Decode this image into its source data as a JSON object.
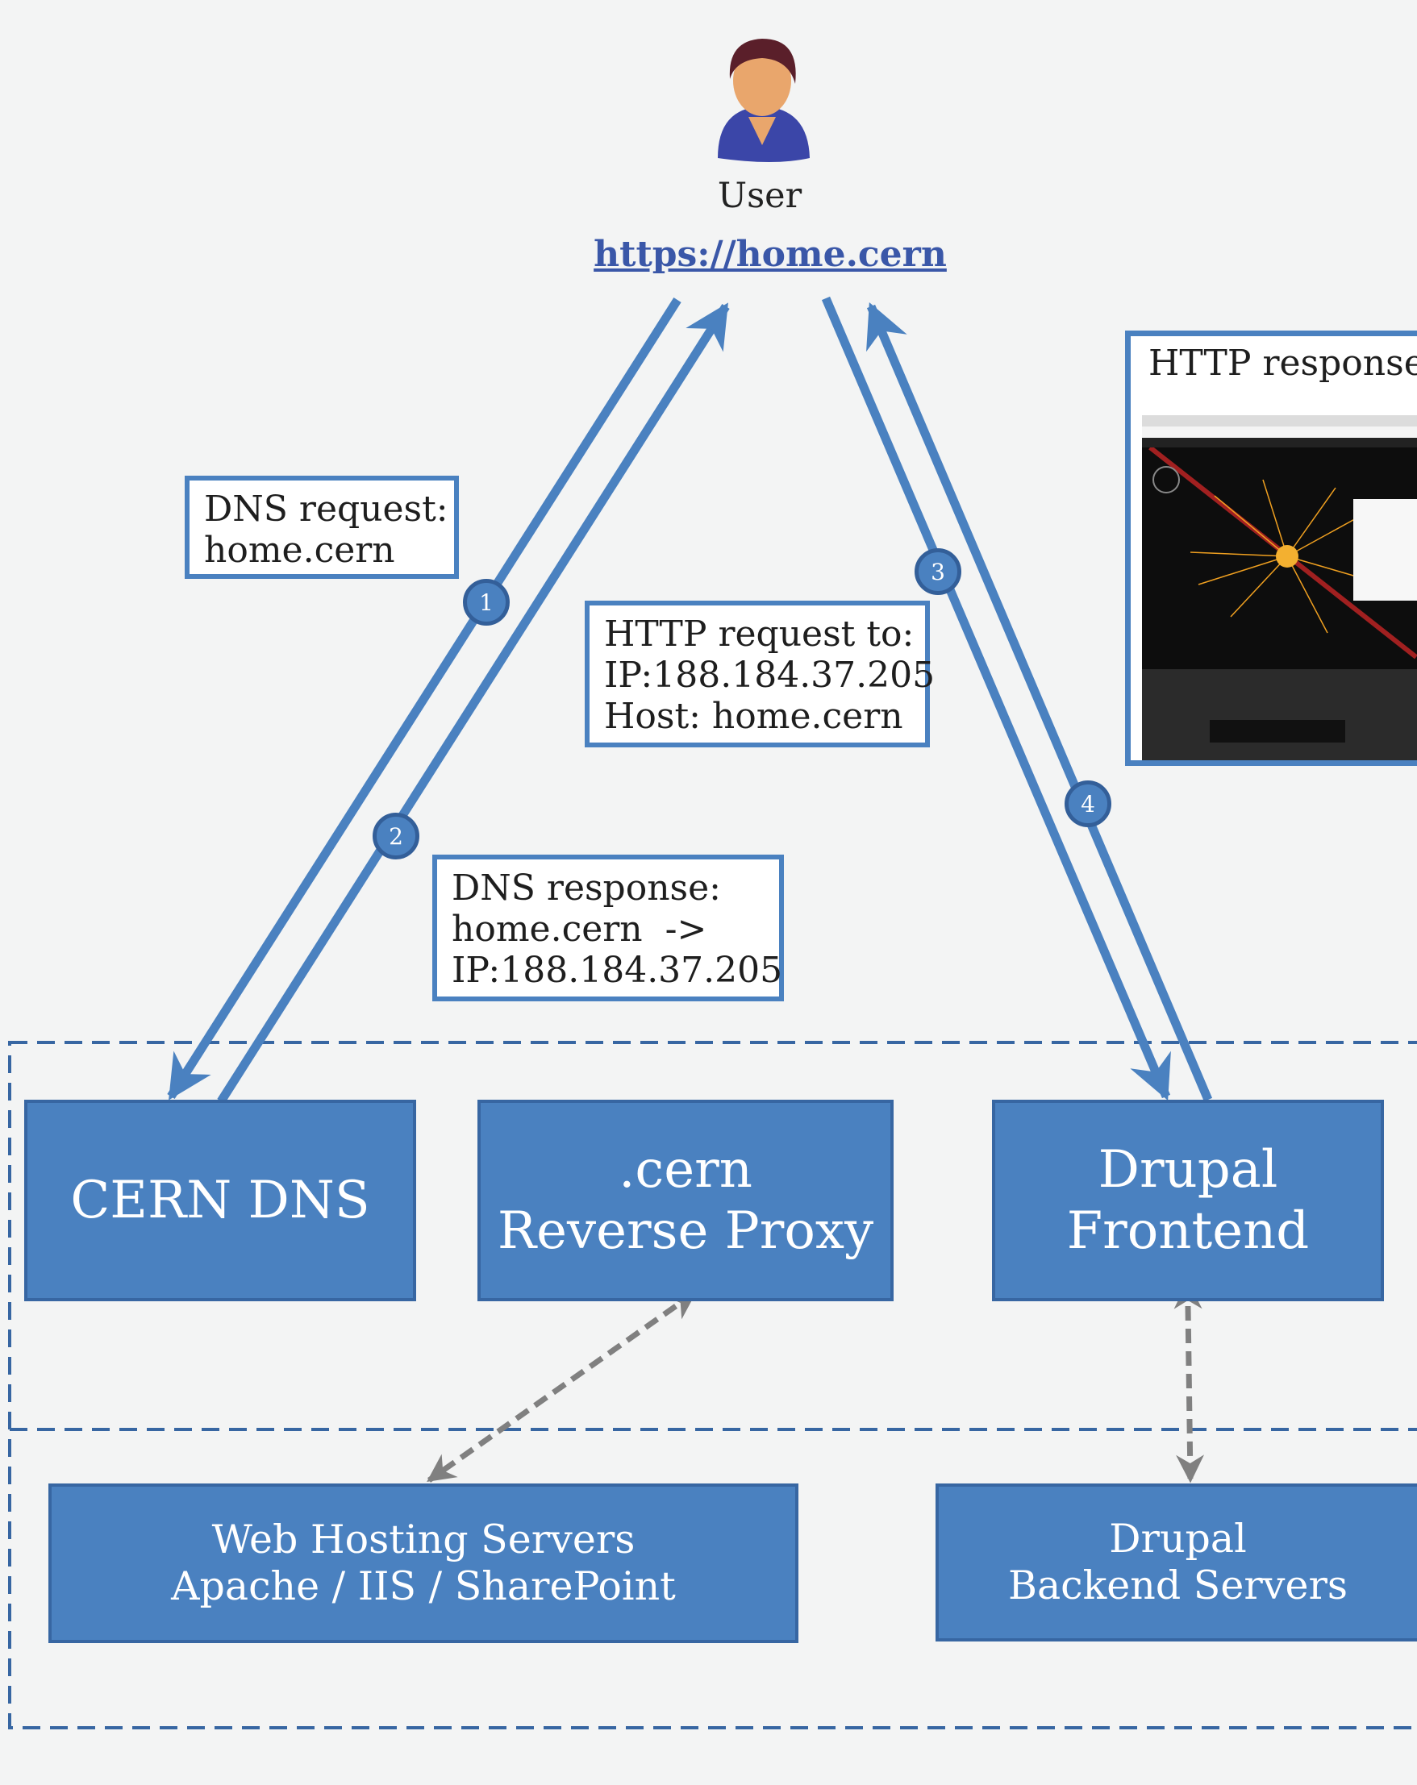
{
  "user": {
    "label": "User",
    "url": "https://home.cern"
  },
  "notes": {
    "dns_request": "DNS request:\nhome.cern",
    "http_request": "HTTP request to:\nIP:188.184.37.205\nHost: home.cern",
    "dns_response": "DNS response:\nhome.cern  ->\nIP:188.184.37.205"
  },
  "steps": [
    "1",
    "2",
    "3",
    "4"
  ],
  "http_response": {
    "title": "HTTP response:"
  },
  "boxes": {
    "cern_dns": "CERN DNS",
    "reverse_proxy": ".cern\nReverse Proxy",
    "drupal_frontend": "Drupal\nFrontend",
    "web_hosting": "Web Hosting Servers\nApache / IIS / SharePoint",
    "drupal_backend": "Drupal\nBackend Servers"
  },
  "colors": {
    "box_fill": "#4a81c0",
    "arrow": "#4a81c0",
    "dashed_region": "#3766a2",
    "internal_link": "#808080",
    "url": "#3a57a8"
  },
  "icons": {
    "user": "user-avatar-icon"
  }
}
